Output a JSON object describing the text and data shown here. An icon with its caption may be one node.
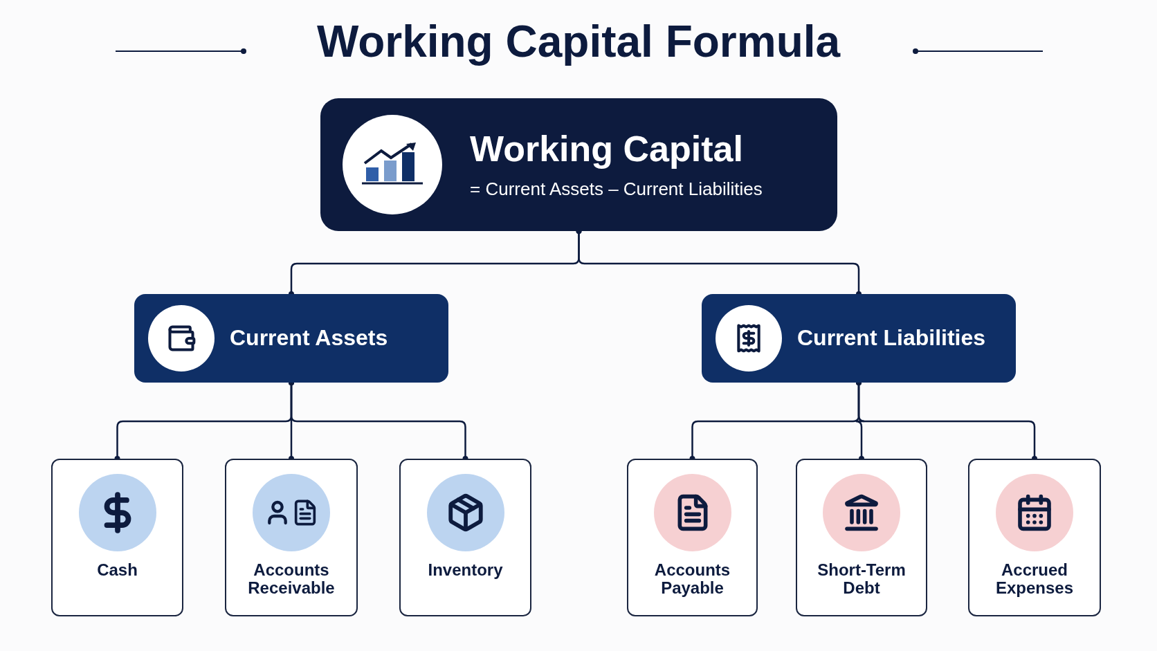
{
  "diagram": {
    "title": "Working Capital Formula",
    "nodes": [
      {
        "text": [
          "Working Capital",
          "= Current Assets – Current Liabilities"
        ]
      },
      {
        "text": [
          "Current Assets"
        ]
      },
      {
        "text": [
          "Current Liabilities"
        ]
      },
      {
        "text": [
          "Cash"
        ]
      },
      {
        "text": [
          "Accounts Receivable"
        ]
      },
      {
        "text": [
          "Inventory"
        ]
      },
      {
        "text": [
          "Accounts Payable"
        ]
      },
      {
        "text": [
          "Short-Term Debt"
        ]
      },
      {
        "text": [
          "Accrued Expenses"
        ]
      }
    ],
    "edges": [
      {
        "from": 0,
        "to": 1,
        "arrow": "other"
      },
      {
        "from": 0,
        "to": 2,
        "arrow": "other"
      },
      {
        "from": 1,
        "to": 3,
        "arrow": "other"
      },
      {
        "from": 1,
        "to": 4,
        "arrow": "other"
      },
      {
        "from": 1,
        "to": 5,
        "arrow": "other"
      },
      {
        "from": 2,
        "to": 6,
        "arrow": "other"
      },
      {
        "from": 2,
        "to": 7,
        "arrow": "other"
      },
      {
        "from": 2,
        "to": 8,
        "arrow": "other"
      }
    ]
  }
}
